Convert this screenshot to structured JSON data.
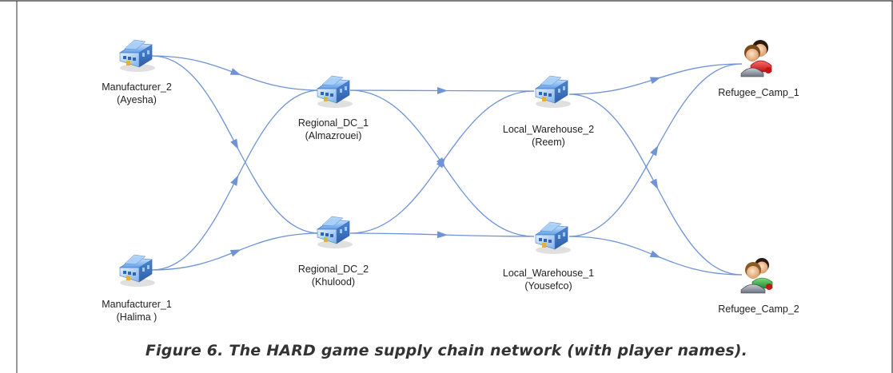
{
  "colors": {
    "edge": "#6f93d6",
    "building_roof": "#6aa3e6",
    "building_wall": "#9fc6f0",
    "frame": "#333333",
    "caption": "#333333"
  },
  "nodes": {
    "manufacturer_2": {
      "name": "Manufacturer_2",
      "player": "(Ayesha)",
      "icon": "warehouse-icon"
    },
    "manufacturer_1": {
      "name": "Manufacturer_1",
      "player": "(Halima )",
      "icon": "warehouse-icon"
    },
    "regional_dc_1": {
      "name": "Regional_DC_1",
      "player": "(Almazrouei)",
      "icon": "warehouse-icon"
    },
    "regional_dc_2": {
      "name": "Regional_DC_2",
      "player": "(Khulood)",
      "icon": "warehouse-icon"
    },
    "local_warehouse_2": {
      "name": "Local_Warehouse_2",
      "player": "(Reem)",
      "icon": "warehouse-icon"
    },
    "local_warehouse_1": {
      "name": "Local_Warehouse_1",
      "player": "(Yousefco)",
      "icon": "warehouse-icon"
    },
    "refugee_camp_1": {
      "name": "Refugee_Camp_1",
      "icon": "people-group-icon"
    },
    "refugee_camp_2": {
      "name": "Refugee_Camp_2",
      "icon": "people-group-icon"
    }
  },
  "edges": [
    [
      "manufacturer_2",
      "regional_dc_1"
    ],
    [
      "manufacturer_2",
      "regional_dc_2"
    ],
    [
      "manufacturer_1",
      "regional_dc_1"
    ],
    [
      "manufacturer_1",
      "regional_dc_2"
    ],
    [
      "regional_dc_1",
      "local_warehouse_2"
    ],
    [
      "regional_dc_1",
      "local_warehouse_1"
    ],
    [
      "regional_dc_2",
      "local_warehouse_2"
    ],
    [
      "regional_dc_2",
      "local_warehouse_1"
    ],
    [
      "local_warehouse_2",
      "refugee_camp_1"
    ],
    [
      "local_warehouse_2",
      "refugee_camp_2"
    ],
    [
      "local_warehouse_1",
      "refugee_camp_1"
    ],
    [
      "local_warehouse_1",
      "refugee_camp_2"
    ]
  ],
  "caption": "Figure 6. The HARD game supply chain network (with player names)."
}
